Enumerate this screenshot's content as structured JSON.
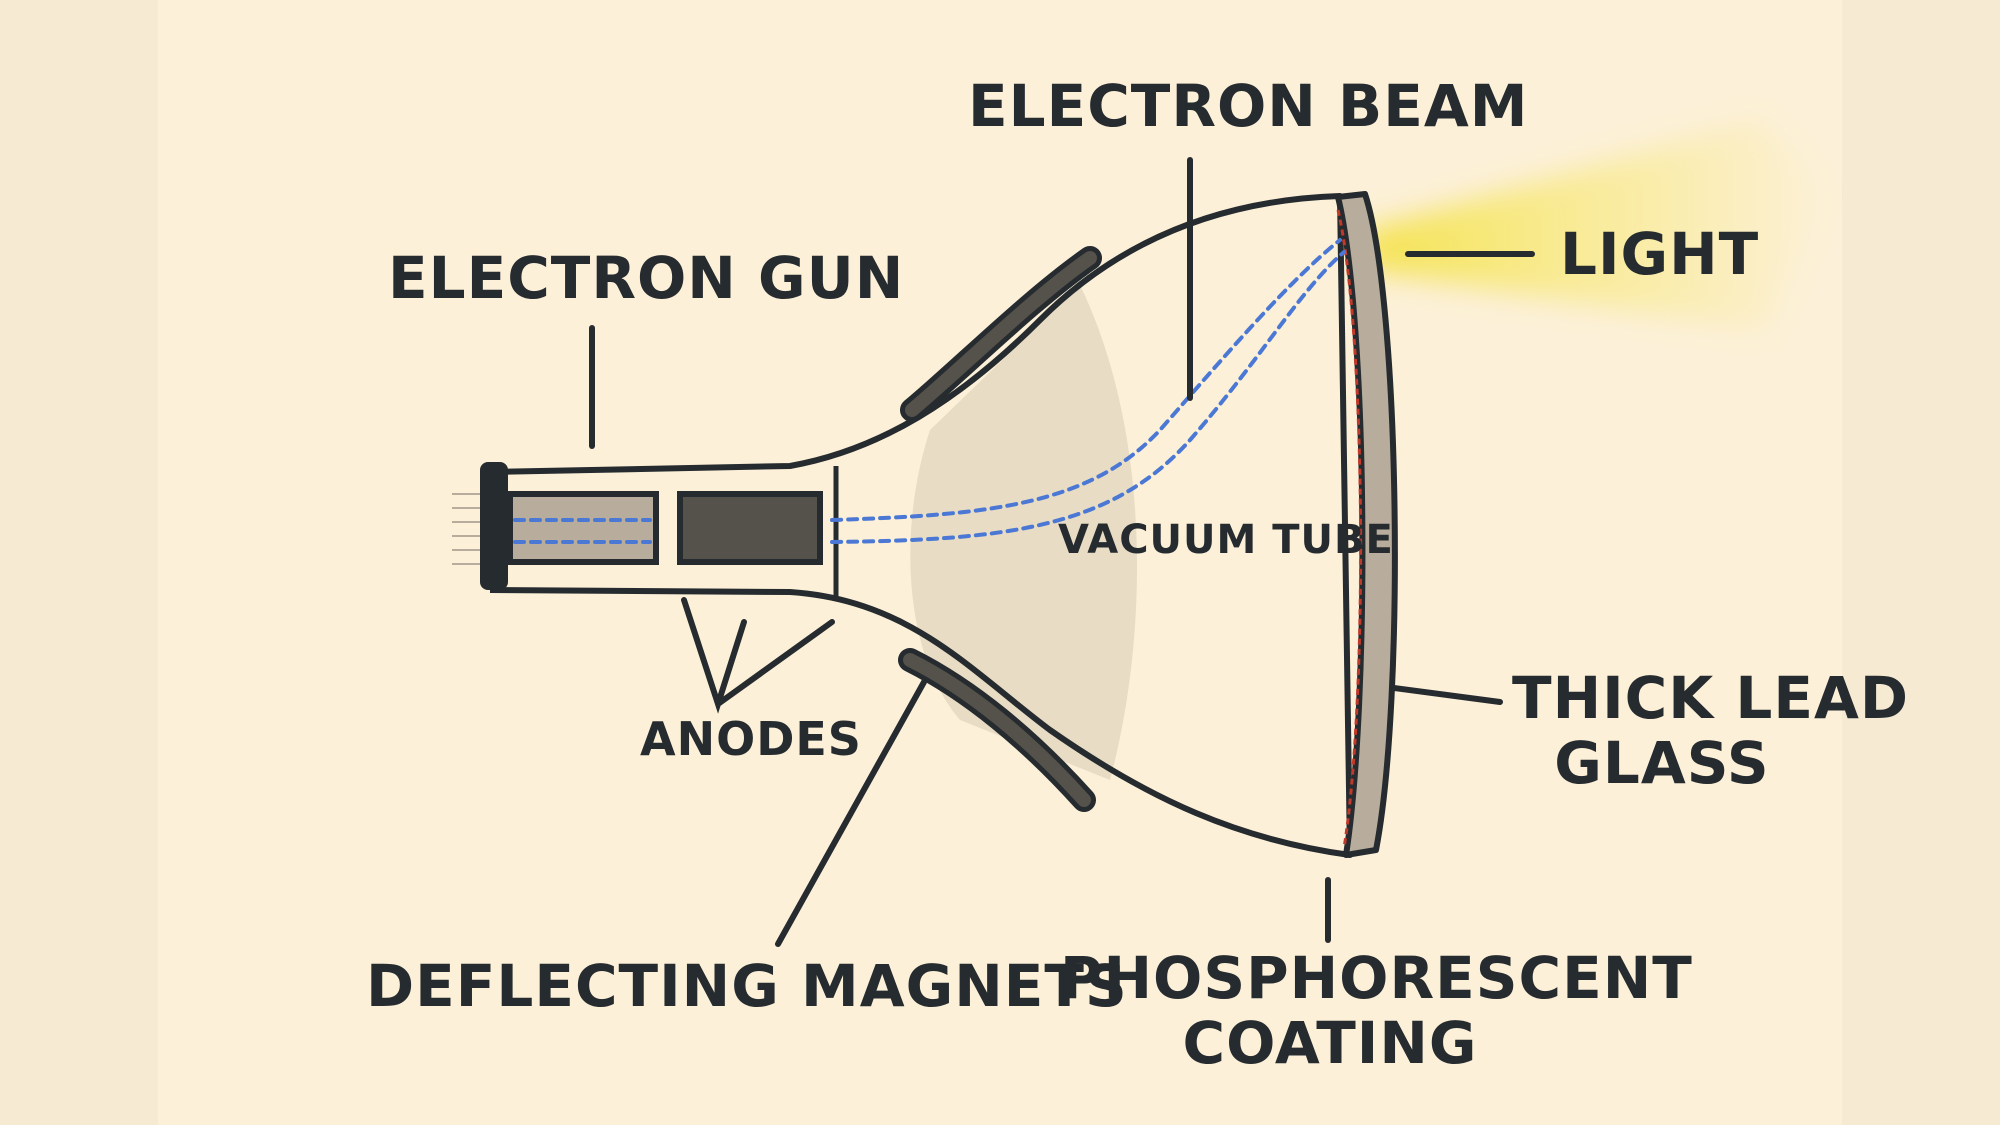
{
  "labels": {
    "electron_beam": "ELECTRON BEAM",
    "electron_gun": "ELECTRON GUN",
    "light": "LIGHT",
    "vacuum_tube": "VACUUM TUBE",
    "anodes": "ANODES",
    "thick_lead_glass_line1": "THICK LEAD",
    "thick_lead_glass_line2": "GLASS",
    "deflecting_magnets": "DEFLECTING MAGNETS",
    "phosphorescent_coating_line1": "PHOSPHORESCENT",
    "phosphorescent_coating_line2": "COATING"
  },
  "colors": {
    "background": "#fcf0d8",
    "margin": "#f7ead3",
    "ink": "#262b2f",
    "beam": "#4a78d4",
    "light": "#f6e760",
    "glass": "#b8ad9c",
    "vacuum_fill": "#e3d6bd",
    "magnet": "#55514b",
    "phosphor": "#c0392b"
  }
}
